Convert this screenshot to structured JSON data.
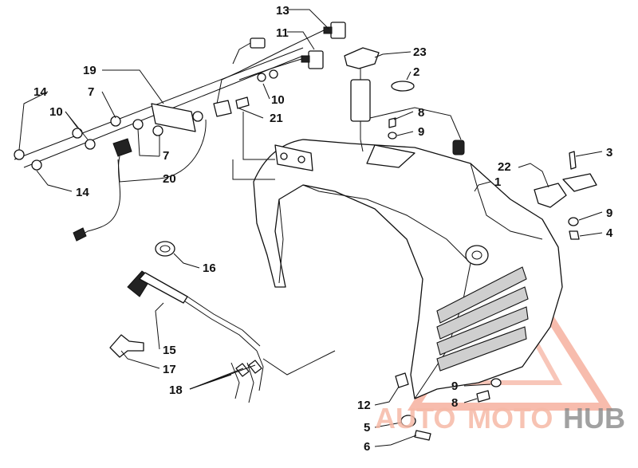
{
  "callouts": [
    {
      "id": "13",
      "text": "13"
    },
    {
      "id": "11",
      "text": "11"
    },
    {
      "id": "23",
      "text": "23"
    },
    {
      "id": "2",
      "text": "2"
    },
    {
      "id": "19",
      "text": "19"
    },
    {
      "id": "7a",
      "text": "7"
    },
    {
      "id": "14a",
      "text": "14"
    },
    {
      "id": "10a",
      "text": "10"
    },
    {
      "id": "10b",
      "text": "10"
    },
    {
      "id": "21",
      "text": "21"
    },
    {
      "id": "8a",
      "text": "8"
    },
    {
      "id": "9a",
      "text": "9"
    },
    {
      "id": "3",
      "text": "3"
    },
    {
      "id": "7b",
      "text": "7"
    },
    {
      "id": "20",
      "text": "20"
    },
    {
      "id": "22",
      "text": "22"
    },
    {
      "id": "1",
      "text": "1"
    },
    {
      "id": "14b",
      "text": "14"
    },
    {
      "id": "9b",
      "text": "9"
    },
    {
      "id": "4",
      "text": "4"
    },
    {
      "id": "16",
      "text": "16"
    },
    {
      "id": "15",
      "text": "15"
    },
    {
      "id": "17",
      "text": "17"
    },
    {
      "id": "18",
      "text": "18"
    },
    {
      "id": "9c",
      "text": "9"
    },
    {
      "id": "8b",
      "text": "8"
    },
    {
      "id": "12",
      "text": "12"
    },
    {
      "id": "5",
      "text": "5"
    },
    {
      "id": "6",
      "text": "6"
    }
  ],
  "watermark": {
    "part1": "AUTO",
    "part2": "MOTO",
    "part3": "HUB",
    "accent_color": "#f08a70",
    "grey_color": "#8a8a8a"
  }
}
